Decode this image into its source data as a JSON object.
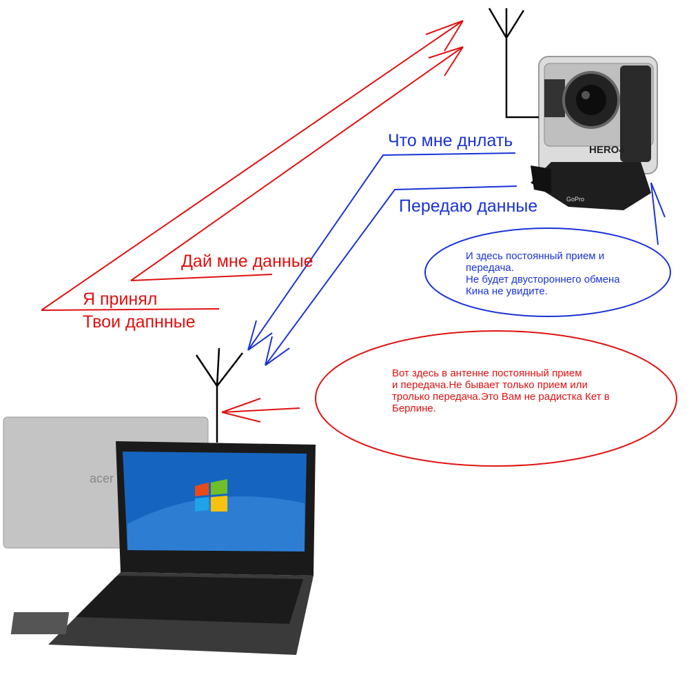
{
  "labels": {
    "camera_question": "Что мне днлать",
    "camera_sending": "Передаю данные",
    "give_me_data": "Дай мне данные",
    "received": "Я принял",
    "your_data": "Твои дапнные"
  },
  "notes": {
    "camera_note": [
      "И здесь постоянный прием и",
      "передача.",
      "Не будет двустороннего обмена",
      "Кина не увидите."
    ],
    "laptop_note": [
      "Вот здесь в антенне постоянный прием",
      "и передача.Не бывает только прием или",
      "тролько передача.Это Вам не радистка Кет в",
      "Берлине."
    ]
  },
  "devices": {
    "camera_brand": "HERO4",
    "camera_logo": "GoPro",
    "laptop_logo": "acer"
  },
  "colors": {
    "red": "#e01010",
    "blue": "#1a32d8"
  }
}
